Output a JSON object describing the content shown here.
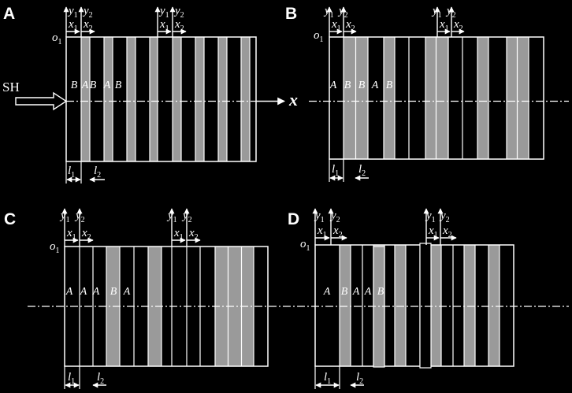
{
  "figure": {
    "incident_wave": "SH",
    "propagation_axis": "x",
    "symbols": {
      "y1": {
        "base": "y",
        "sub": "1"
      },
      "y2": {
        "base": "y",
        "sub": "2"
      },
      "x1": {
        "base": "x",
        "sub": "1"
      },
      "x2": {
        "base": "x",
        "sub": "2"
      },
      "o1": {
        "base": "o",
        "sub": "1"
      },
      "l1": {
        "base": "l",
        "sub": "1"
      },
      "l2": {
        "base": "l",
        "sub": "2"
      }
    },
    "panels": [
      {
        "label": "A",
        "layer_labels": [
          "B",
          "A",
          "B",
          "A",
          "B"
        ]
      },
      {
        "label": "B",
        "layer_labels": [
          "A",
          "B",
          "B",
          "A",
          "B"
        ]
      },
      {
        "label": "C",
        "layer_labels": [
          "A",
          "A",
          "A",
          "B",
          "A"
        ]
      },
      {
        "label": "D",
        "layer_labels": [
          "A",
          "B",
          "A",
          "A",
          "B"
        ]
      }
    ],
    "colors": {
      "background": "#000000",
      "line": "#ffffff",
      "strip": "#9a9a9a"
    }
  }
}
